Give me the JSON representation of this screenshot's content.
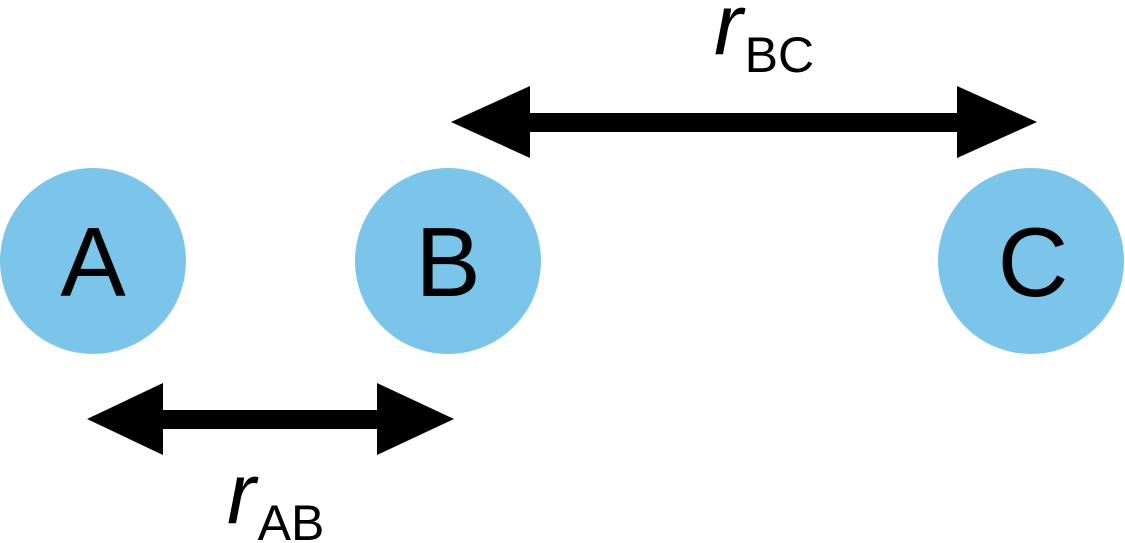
{
  "colors": {
    "atom_fill": "#7bc5eb",
    "arrow": "#000000",
    "text": "#000000"
  },
  "atoms": {
    "a": {
      "label": "A"
    },
    "b": {
      "label": "B"
    },
    "c": {
      "label": "C"
    }
  },
  "distances": {
    "ab": {
      "symbol": "r",
      "subscript": "AB"
    },
    "bc": {
      "symbol": "r",
      "subscript": "BC"
    }
  }
}
